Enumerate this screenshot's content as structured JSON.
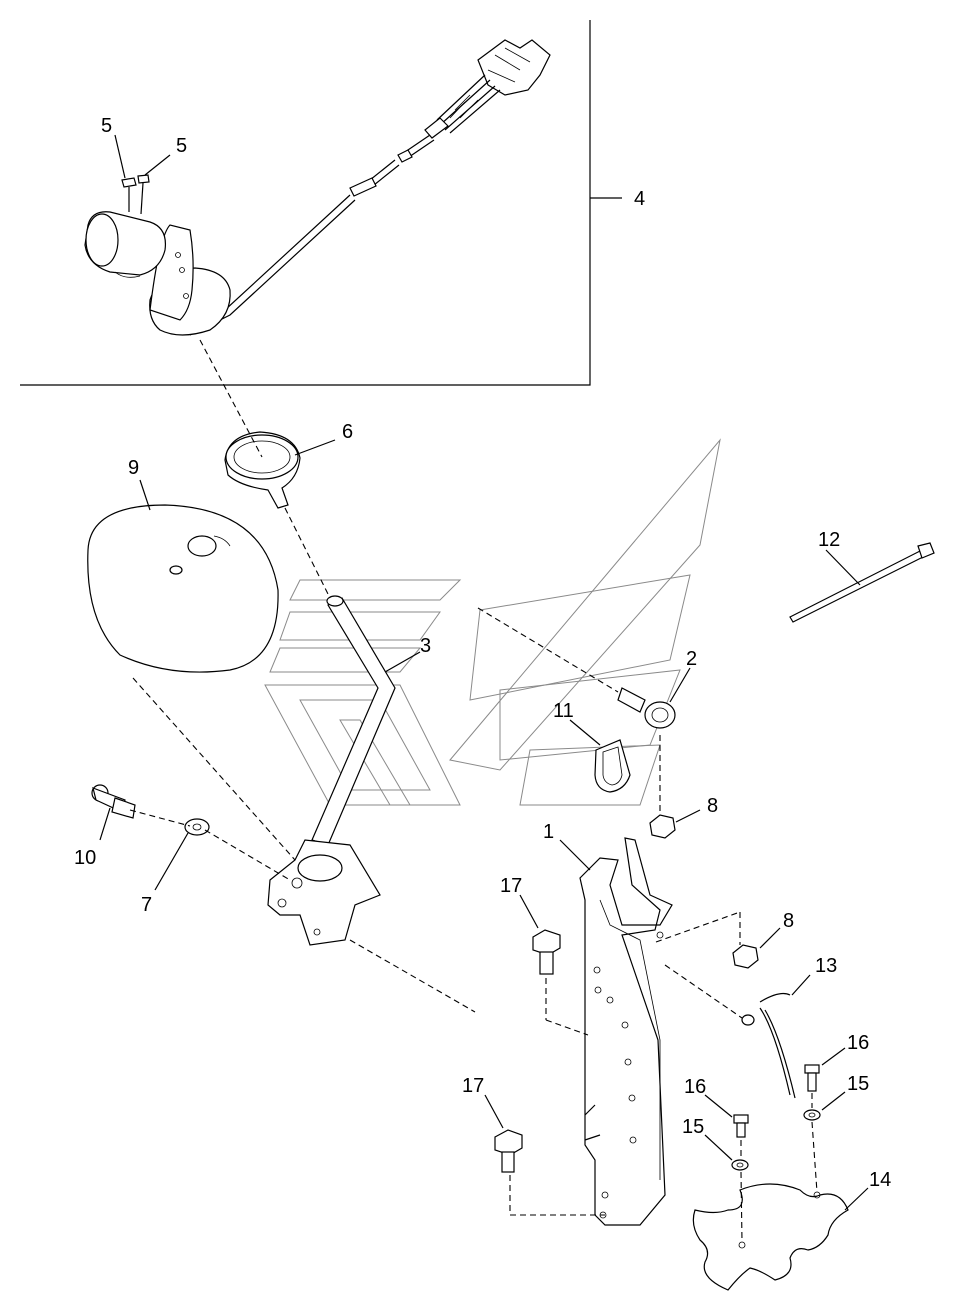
{
  "callouts": [
    {
      "id": "c5a",
      "text": "5"
    },
    {
      "id": "c5b",
      "text": "5"
    },
    {
      "id": "c4",
      "text": "4"
    },
    {
      "id": "c6",
      "text": "6"
    },
    {
      "id": "c9",
      "text": "9"
    },
    {
      "id": "c12",
      "text": "12"
    },
    {
      "id": "c3",
      "text": "3"
    },
    {
      "id": "c2",
      "text": "2"
    },
    {
      "id": "c11",
      "text": "11"
    },
    {
      "id": "c8a",
      "text": "8"
    },
    {
      "id": "c10",
      "text": "10"
    },
    {
      "id": "c7",
      "text": "7"
    },
    {
      "id": "c1",
      "text": "1"
    },
    {
      "id": "c17a",
      "text": "17"
    },
    {
      "id": "c8b",
      "text": "8"
    },
    {
      "id": "c13",
      "text": "13"
    },
    {
      "id": "c16a",
      "text": "16"
    },
    {
      "id": "c15a",
      "text": "15"
    },
    {
      "id": "c17b",
      "text": "17"
    },
    {
      "id": "c16b",
      "text": "16"
    },
    {
      "id": "c15b",
      "text": "15"
    },
    {
      "id": "c14",
      "text": "14"
    }
  ]
}
